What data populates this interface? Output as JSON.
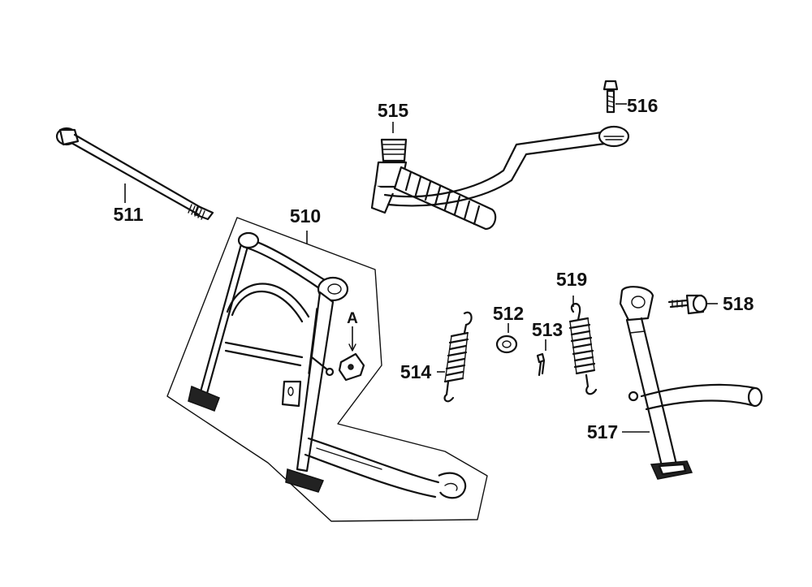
{
  "diagram": {
    "type": "exploded parts diagram",
    "parts": [
      {
        "id": "p510",
        "label": "510"
      },
      {
        "id": "p511",
        "label": "511"
      },
      {
        "id": "p512",
        "label": "512"
      },
      {
        "id": "p513",
        "label": "513"
      },
      {
        "id": "p514",
        "label": "514"
      },
      {
        "id": "p515",
        "label": "515"
      },
      {
        "id": "p516",
        "label": "516"
      },
      {
        "id": "p517",
        "label": "517"
      },
      {
        "id": "p518",
        "label": "518"
      },
      {
        "id": "p519",
        "label": "519"
      }
    ],
    "callouts": [
      {
        "id": "callout_a",
        "label": "A"
      }
    ]
  }
}
